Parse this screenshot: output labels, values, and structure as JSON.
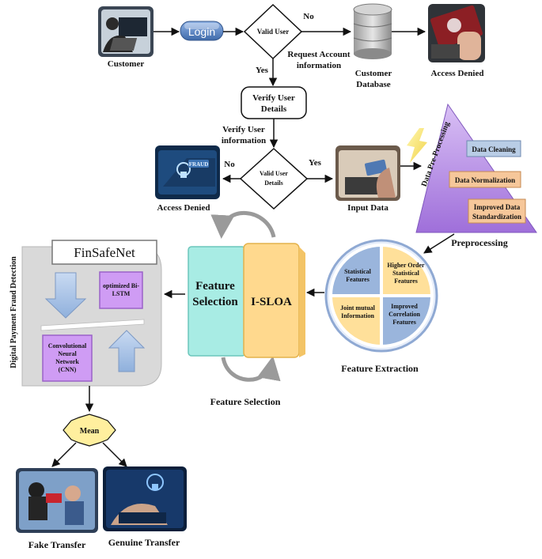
{
  "flow": {
    "customer": "Customer",
    "login": "Login",
    "valid_user_1": "Valid User",
    "no_1": "No",
    "yes_1": "Yes",
    "request_account_line1": "Request Account",
    "request_account_line2": "information",
    "customer_db_line1": "Customer",
    "customer_db_line2": "Database",
    "access_denied_1": "Access Denied",
    "verify_details_line1": "Verify User",
    "verify_details_line2": "Details",
    "verify_info_line1": "Verify User",
    "verify_info_line2": "information",
    "valid_user_2_line1": "Valid User",
    "valid_user_2_line2": "Details",
    "no_2": "No",
    "yes_2": "Yes",
    "access_denied_2": "Access Denied",
    "input_data": "Input Data",
    "fraud_tag": "FRAUD"
  },
  "preprocessing": {
    "vertical_label": "Data Pre-Processing",
    "step1": "Data Cleaning",
    "step2": "Data Normalization",
    "step3_line1": "Improved Data",
    "step3_line2": "Standardization",
    "caption": "Preprocessing"
  },
  "feature_extraction": {
    "q1_line1": "Statistical",
    "q1_line2": "Features",
    "q2_line1": "Higher Order",
    "q2_line2": "Statistical",
    "q2_line3": "Features",
    "q3_line1": "Joint mutual",
    "q3_line2": "Information",
    "q4_line1": "Improved",
    "q4_line2": "Correlation",
    "q4_line3": "Features",
    "caption": "Feature Extraction"
  },
  "feature_selection": {
    "card_line1": "Feature",
    "card_line2": "Selection",
    "isloa": "I-SLOA",
    "caption": "Feature Selection"
  },
  "finsafenet": {
    "title": "FinSafeNet",
    "side_label": "Digital Payment Fraud Detection",
    "bilstm_line1": "optimized Bi-",
    "bilstm_line2": "LSTM",
    "cnn_line1": "Convolutional",
    "cnn_line2": "Neural",
    "cnn_line3": "Network",
    "cnn_line4": "(CNN)"
  },
  "output": {
    "mean": "Mean",
    "fake": "Fake Transfer",
    "genuine": "Genuine Transfer"
  },
  "colors": {
    "arrow": "#111111",
    "login_blue": "#5b86c4",
    "triangle_purple": "#b48be0",
    "step_blue": "#b9cde6",
    "step_orange": "#f6c79a",
    "quad_blue": "#9ab5dc",
    "quad_yellow": "#ffe09a",
    "feature_teal": "#a8ece4",
    "isloa_yellow": "#ffd98e",
    "finsafenet_gray": "#d9d9d9",
    "module_purple": "#cf9cf4",
    "mean_yellow": "#ffef9e"
  }
}
